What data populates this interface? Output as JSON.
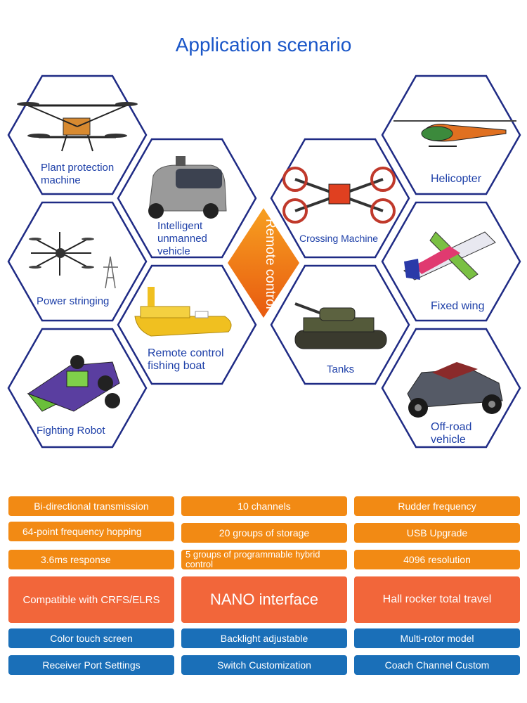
{
  "title": "Application scenario",
  "center_label": "Remote control",
  "colors": {
    "title_blue": "#1a56c8",
    "hex_border": "#1f2b85",
    "label_blue": "#1d3fa8",
    "orange": "#f28a14",
    "red_orange": "#f2663a",
    "blue": "#1a6fb8",
    "diamond_top": "#f7a020",
    "diamond_bottom": "#e85a10"
  },
  "scenarios": [
    {
      "label": "Plant protection machine",
      "icon": "drone-icon"
    },
    {
      "label": "Intelligent unmanned vehicle",
      "icon": "unmanned-vehicle-icon"
    },
    {
      "label": "Power stringing",
      "icon": "power-drone-icon"
    },
    {
      "label": "Remote control fishing boat",
      "icon": "fishing-boat-icon"
    },
    {
      "label": "Fighting Robot",
      "icon": "robot-icon"
    },
    {
      "label": "Crossing Machine",
      "icon": "fpv-drone-icon"
    },
    {
      "label": "Helicopter",
      "icon": "helicopter-icon"
    },
    {
      "label": "Fixed wing",
      "icon": "airplane-icon"
    },
    {
      "label": "Tanks",
      "icon": "tank-icon"
    },
    {
      "label": "Off-road vehicle",
      "icon": "rc-car-icon"
    }
  ],
  "features": [
    [
      "Bi-directional transmission",
      "10 channels",
      "Rudder frequency"
    ],
    [
      "64-point frequency hopping",
      "20 groups of storage",
      "USB Upgrade"
    ],
    [
      "3.6ms response",
      "5 groups of programmable hybrid control",
      "4096 resolution"
    ],
    [
      "Compatible with CRFS/ELRS",
      "NANO interface",
      "Hall rocker total travel"
    ],
    [
      "Color touch screen",
      "Backlight adjustable",
      "Multi-rotor model"
    ],
    [
      "Receiver Port Settings",
      "Switch Customization",
      "Coach Channel Custom"
    ]
  ]
}
